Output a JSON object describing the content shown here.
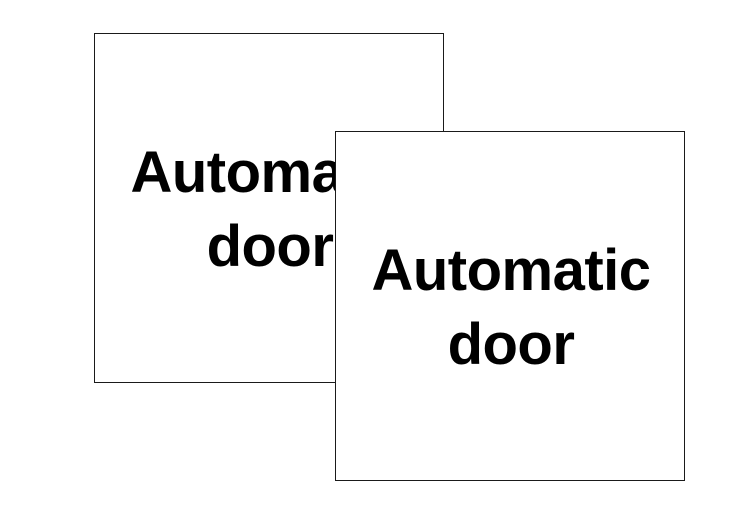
{
  "signs": {
    "back": {
      "line1": "Automatic",
      "line2": "door"
    },
    "front": {
      "line1": "Automatic",
      "line2": "door"
    }
  },
  "colors": {
    "background": "#ffffff",
    "text": "#000000",
    "border": "#1a1a1a"
  }
}
